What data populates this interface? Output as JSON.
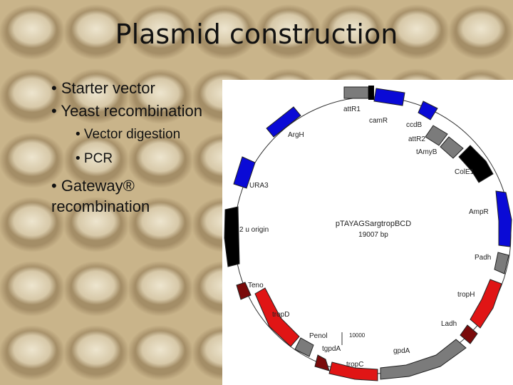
{
  "slide": {
    "title": "Plasmid construction",
    "bullets": [
      "• Starter vector",
      "• Yeast recombination",
      "• Vector digestion",
      "• PCR",
      "• Gateway® recombination"
    ]
  },
  "plasmid": {
    "name": "pTAYAGSargtropBCD",
    "size": "19007 bp",
    "tick_label": "10000",
    "labels": [
      "attR1",
      "camR",
      "ccdB",
      "attR2",
      "tAmyB",
      "ColE1",
      "AmpR",
      "Padh",
      "tropH",
      "Ladh",
      "gpdA",
      "tropC",
      "tgpdA",
      "Penol",
      "tropD",
      "Teno",
      "2 u origin",
      "URA3",
      "ArgH"
    ],
    "colors": {
      "blue": "#0a0ad6",
      "red": "#e01515",
      "dark_red": "#7a0a0a",
      "gray": "#7b7b7b",
      "black": "#000000"
    }
  }
}
